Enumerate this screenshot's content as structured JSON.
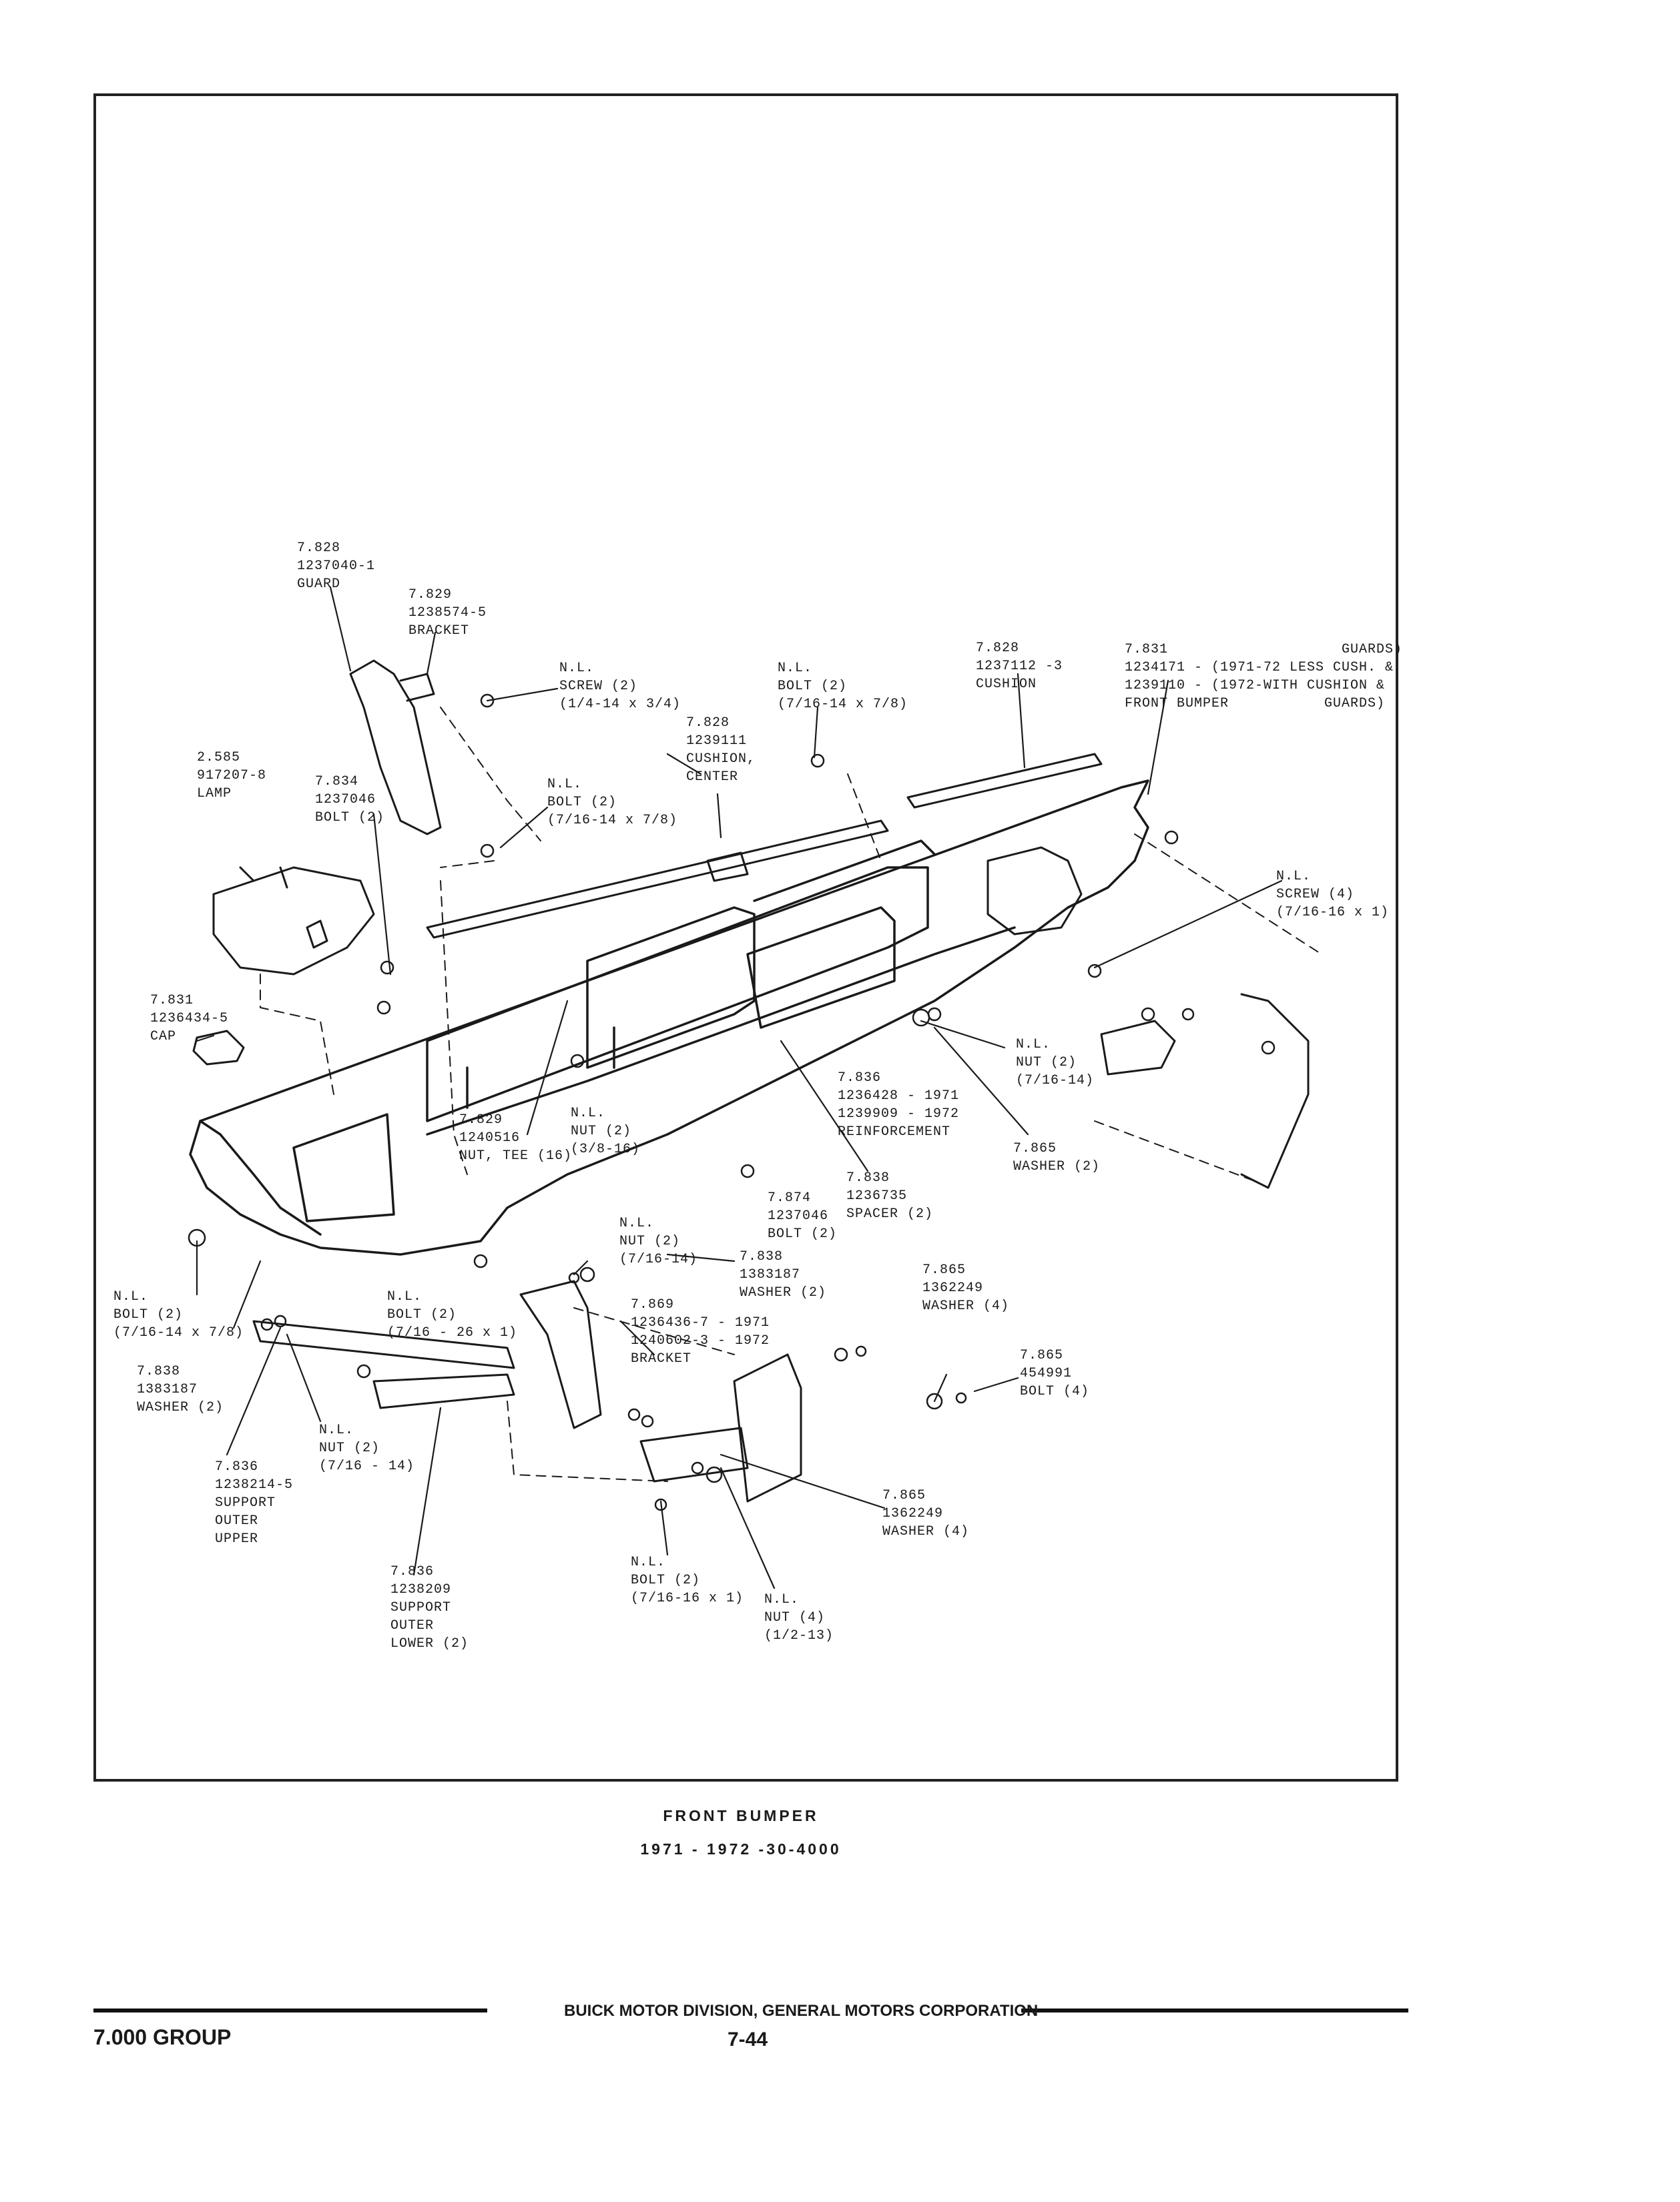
{
  "figure": {
    "title": "FRONT BUMPER",
    "subtitle": "1971 - 1972 -30-4000"
  },
  "labels": [
    {
      "id": "guard",
      "lines": [
        "7.828",
        "1237040-1",
        "GUARD"
      ]
    },
    {
      "id": "bracket",
      "lines": [
        "7.829",
        "1238574-5",
        "BRACKET"
      ]
    },
    {
      "id": "screw-a",
      "lines": [
        "N.L.",
        "SCREW (2)",
        "(1/4-14 x 3/4)"
      ]
    },
    {
      "id": "bolt-a",
      "lines": [
        "N.L.",
        "BOLT (2)",
        "(7/16-14 x 7/8)"
      ]
    },
    {
      "id": "cushion",
      "lines": [
        "7.828",
        "1237112 -3",
        "CUSHION"
      ]
    },
    {
      "id": "guards",
      "lines": [
        "7.831                    GUARDS)",
        "1234171 - (1971-72 LESS CUSH. &",
        "1239110 - (1972-WITH CUSHION &",
        "FRONT BUMPER           GUARDS)"
      ]
    },
    {
      "id": "lamp",
      "lines": [
        "2.585",
        "917207-8",
        "LAMP"
      ]
    },
    {
      "id": "bolt-b",
      "lines": [
        "7.834",
        "1237046",
        "BOLT (2)"
      ]
    },
    {
      "id": "bolt-c",
      "lines": [
        "N.L.",
        "BOLT (2)",
        "(7/16-14 x 7/8)"
      ]
    },
    {
      "id": "cush-ctr",
      "lines": [
        "7.828",
        "1239111",
        "CUSHION,",
        "CENTER"
      ]
    },
    {
      "id": "screw-b",
      "lines": [
        "N.L.",
        "SCREW (4)",
        "(7/16-16 x 1)"
      ]
    },
    {
      "id": "cap",
      "lines": [
        "7.831",
        "1236434-5",
        "CAP"
      ]
    },
    {
      "id": "nut-a",
      "lines": [
        "N.L.",
        "NUT (2)",
        "(7/16-14)"
      ]
    },
    {
      "id": "reinf",
      "lines": [
        "7.836",
        "1236428 - 1971",
        "1239909 - 1972",
        "REINFORCEMENT"
      ]
    },
    {
      "id": "nut-tee",
      "lines": [
        "7.829",
        "1240516",
        "NUT, TEE (16)"
      ]
    },
    {
      "id": "nut-b",
      "lines": [
        "N.L.",
        "NUT (2)",
        "(3/8-16)"
      ]
    },
    {
      "id": "washer-a",
      "lines": [
        "7.865",
        "WASHER (2)"
      ]
    },
    {
      "id": "spacer",
      "lines": [
        "7.838",
        "1236735",
        "SPACER (2)"
      ]
    },
    {
      "id": "bolt-d",
      "lines": [
        "7.874",
        "1237046",
        "BOLT (2)"
      ]
    },
    {
      "id": "nut-c",
      "lines": [
        "N.L.",
        "NUT (2)",
        "(7/16-14)"
      ]
    },
    {
      "id": "washer-b",
      "lines": [
        "7.838",
        "1383187",
        "WASHER (2)"
      ]
    },
    {
      "id": "washer-c",
      "lines": [
        "7.865",
        "1362249",
        "WASHER (4)"
      ]
    },
    {
      "id": "bolt-e",
      "lines": [
        "N.L.",
        "BOLT (2)",
        "(7/16-14 x 7/8)"
      ]
    },
    {
      "id": "bolt-f",
      "lines": [
        "N.L.",
        "BOLT (2)",
        "(7/16 - 26 x 1)"
      ]
    },
    {
      "id": "bracket-b",
      "lines": [
        "7.869",
        "1236436-7 - 1971",
        "1240602-3 - 1972",
        "BRACKET"
      ]
    },
    {
      "id": "bolt-g",
      "lines": [
        "7.865",
        "454991",
        "BOLT (4)"
      ]
    },
    {
      "id": "washer-d",
      "lines": [
        "7.838",
        "1383187",
        "WASHER (2)"
      ]
    },
    {
      "id": "nut-d",
      "lines": [
        "N.L.",
        "NUT (2)",
        "(7/16 - 14)"
      ]
    },
    {
      "id": "support-u",
      "lines": [
        "7.836",
        "1238214-5",
        "SUPPORT",
        "OUTER",
        "UPPER"
      ]
    },
    {
      "id": "washer-e",
      "lines": [
        "7.865",
        "1362249",
        "WASHER (4)"
      ]
    },
    {
      "id": "support-l",
      "lines": [
        "7.836",
        "1238209",
        "SUPPORT",
        "OUTER",
        "LOWER (2)"
      ]
    },
    {
      "id": "bolt-h",
      "lines": [
        "N.L.",
        "BOLT (2)",
        "(7/16-16 x 1)"
      ]
    },
    {
      "id": "nut-e",
      "lines": [
        "N.L.",
        "NUT (4)",
        "(1/2-13)"
      ]
    }
  ],
  "footer": {
    "group": "7.000 GROUP",
    "publisher": "BUICK MOTOR DIVISION, GENERAL MOTORS CORPORATION",
    "page": "7-44"
  }
}
